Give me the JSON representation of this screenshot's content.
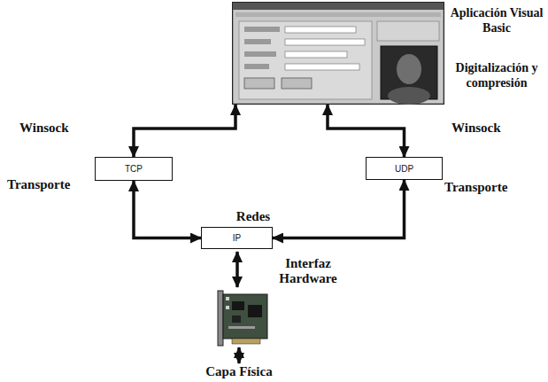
{
  "diagram": {
    "nodes": [
      {
        "text": [
          "Aplicación Visual Basic",
          "Digitalización y compresión"
        ]
      },
      {
        "text": [
          "TCP"
        ]
      },
      {
        "text": [
          "UDP"
        ]
      },
      {
        "text": [
          "IP"
        ]
      }
    ],
    "edges": [
      {
        "from": 0,
        "to": 1,
        "arrow": "both"
      },
      {
        "from": 0,
        "to": 2,
        "arrow": "both"
      },
      {
        "from": 1,
        "to": 3,
        "arrow": "both"
      },
      {
        "from": 2,
        "to": 3,
        "arrow": "both"
      }
    ],
    "labels": [
      "Winsock",
      "Winsock",
      "Transporte",
      "Redes",
      "Transporte",
      "Interfaz Hardware",
      "Capa Física"
    ]
  }
}
